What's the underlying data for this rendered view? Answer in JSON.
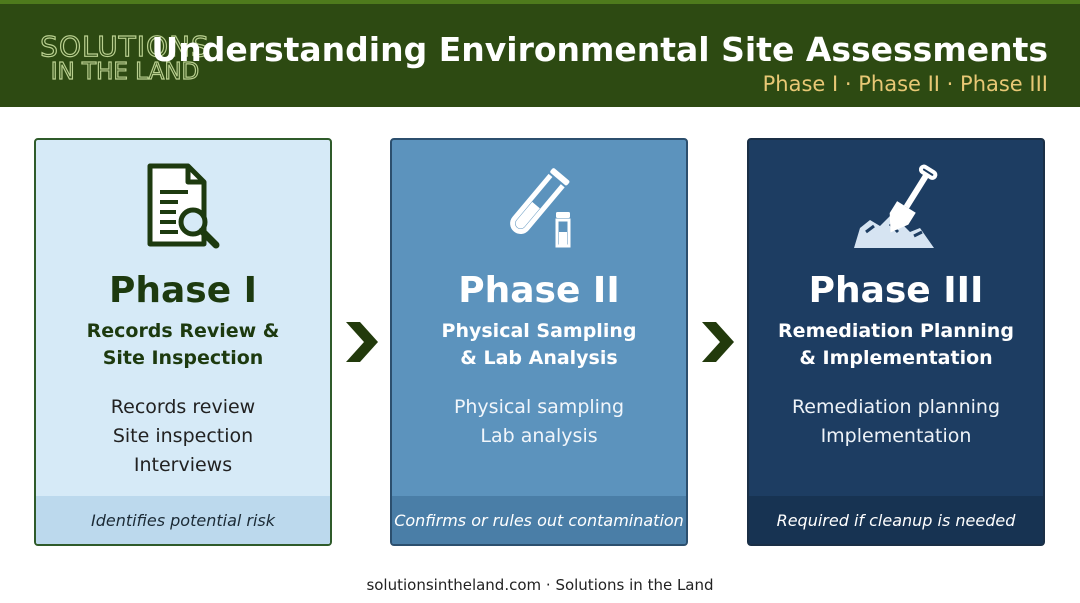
{
  "brand": {
    "logo_line1": "SOLUTIONS",
    "logo_line2": "IN THE LAND"
  },
  "header": {
    "title": "Understanding Environmental Site Assessments",
    "subtitle": "Phase I · Phase II · Phase III"
  },
  "colors": {
    "header_bg": "#2d4a12",
    "accent_gold": "#e8c875",
    "phase1_bg": "#d6eaf7",
    "phase2_bg": "#5c93bd",
    "phase3_bg": "#1d3d62",
    "arrow": "#223a0c"
  },
  "phases": [
    {
      "icon": "document-search-icon",
      "title": "Phase I",
      "heading_line1": "Records Review &",
      "heading_line2": "Site Inspection",
      "items": [
        "Records review",
        "Site inspection",
        "Interviews"
      ],
      "footer": "Identifies potential risk"
    },
    {
      "icon": "test-tube-icon",
      "title": "Phase II",
      "heading_line1": "Physical Sampling",
      "heading_line2": "& Lab Analysis",
      "items": [
        "Physical sampling",
        "Lab analysis"
      ],
      "footer": "Confirms or rules out contamination"
    },
    {
      "icon": "shovel-soil-icon",
      "title": "Phase III",
      "heading_line1": "Remediation Planning",
      "heading_line2": "& Implementation",
      "items": [
        "Remediation planning",
        "Implementation"
      ],
      "footer": "Required if cleanup is needed"
    }
  ],
  "arrows": [
    "chevron-right-icon",
    "chevron-right-icon"
  ],
  "footer_text": "solutionsintheland.com · Solutions in the Land"
}
